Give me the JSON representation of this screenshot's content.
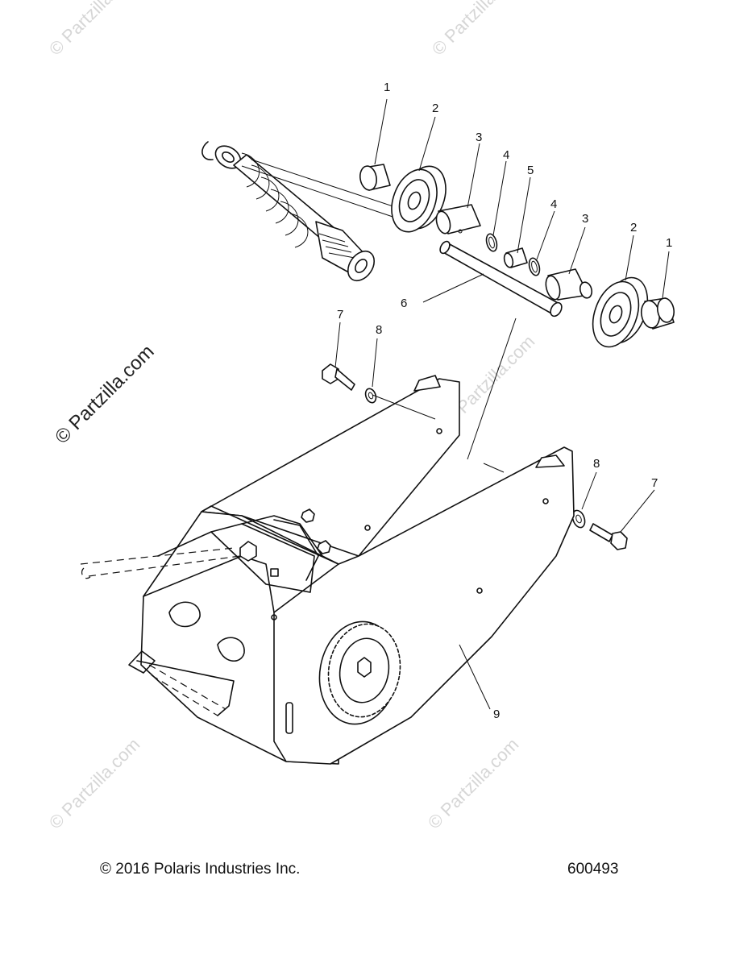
{
  "watermarks": {
    "text": "© Partzilla.com",
    "side_text": "© Partzilla.com"
  },
  "callouts": {
    "c1a": "1",
    "c2a": "2",
    "c3a": "3",
    "c4a": "4",
    "c5": "5",
    "c4b": "4",
    "c3b": "3",
    "c2b": "2",
    "c1b": "1",
    "c6": "6",
    "c7a": "7",
    "c8a": "8",
    "c8b": "8",
    "c7b": "7",
    "c9": "9"
  },
  "footer": {
    "copyright": "© 2016 Polaris Industries Inc.",
    "diagram_number": "600493"
  }
}
